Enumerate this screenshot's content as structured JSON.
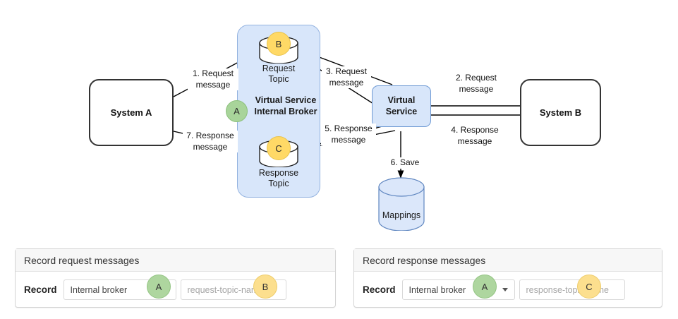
{
  "diagram": {
    "system_a": {
      "label": "System A"
    },
    "system_b": {
      "label": "System B"
    },
    "broker": {
      "title_line1": "Virtual Service",
      "title_line2": "Internal Broker",
      "badge": "A"
    },
    "request_topic": {
      "label_line1": "Request",
      "label_line2": "Topic",
      "badge": "B"
    },
    "response_topic": {
      "label_line1": "Response",
      "label_line2": "Topic",
      "badge": "C"
    },
    "virtual_service": {
      "label_line1": "Virtual",
      "label_line2": "Service"
    },
    "mappings_db": {
      "label": "Mappings"
    },
    "edges": [
      {
        "id": "e1",
        "line1": "1. Request",
        "line2": "message"
      },
      {
        "id": "e2",
        "line1": "2. Request",
        "line2": "message"
      },
      {
        "id": "e3",
        "line1": "3. Request",
        "line2": "message"
      },
      {
        "id": "e4",
        "line1": "4. Response",
        "line2": "message"
      },
      {
        "id": "e5",
        "line1": "5. Response",
        "line2": "message"
      },
      {
        "id": "e6",
        "line1": "6. Save",
        "line2": ""
      },
      {
        "id": "e7",
        "line1": "7. Response",
        "line2": "message"
      }
    ]
  },
  "forms": {
    "request_panel": {
      "header": "Record request messages",
      "field_label": "Record",
      "select_value": "Internal broker",
      "topic_placeholder": "request-topic-name",
      "select_badge": "A",
      "topic_badge": "B"
    },
    "response_panel": {
      "header": "Record response messages",
      "field_label": "Record",
      "select_value": "Internal broker",
      "topic_placeholder": "response-topic-name",
      "select_badge": "A",
      "topic_badge": "C"
    }
  },
  "colors": {
    "node_fill": "#d8e6fa",
    "node_stroke": "#6f9ad4",
    "badge_green": "#a8d49a",
    "badge_yellow": "#ffd966",
    "edge_stroke": "#000000"
  }
}
